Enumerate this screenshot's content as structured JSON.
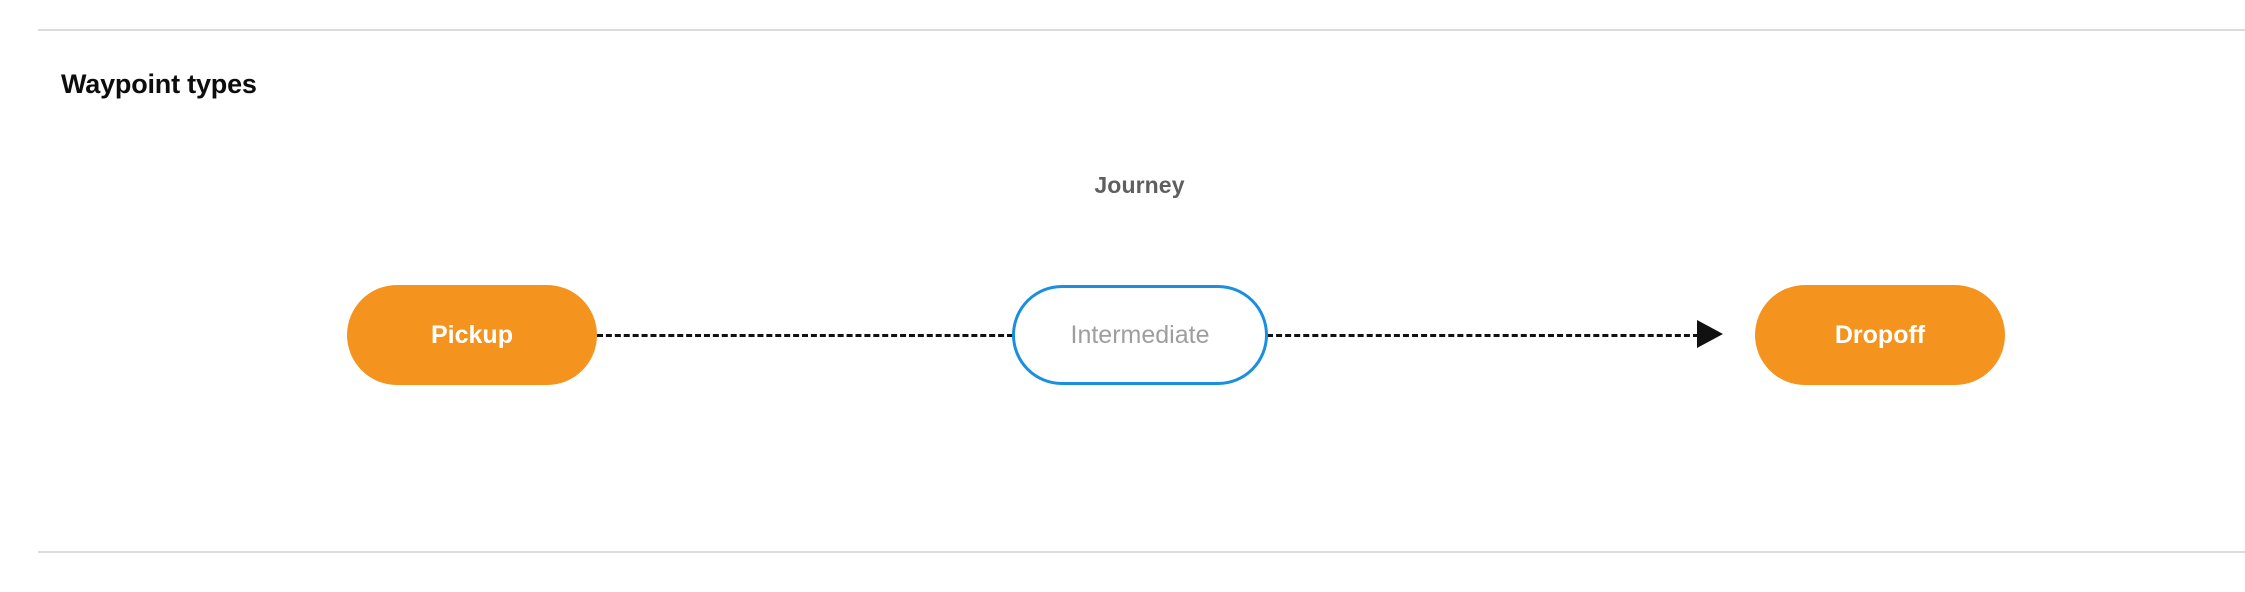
{
  "section": {
    "title": "Waypoint types"
  },
  "diagram": {
    "type": "flow",
    "group_label": "Journey",
    "nodes": [
      {
        "id": "pickup",
        "label": "Pickup",
        "style": "filled",
        "fill": "#f4941f",
        "text_color": "#ffffff"
      },
      {
        "id": "intermediate",
        "label": "Intermediate",
        "style": "outlined",
        "fill": "#ffffff",
        "border_color": "#1a8fe0",
        "text_color": "#9e9e9e"
      },
      {
        "id": "dropoff",
        "label": "Dropoff",
        "style": "filled",
        "fill": "#f4941f",
        "text_color": "#ffffff"
      }
    ],
    "edges": [
      {
        "from": "pickup",
        "to": "intermediate",
        "style": "dashed",
        "arrow": false,
        "color": "#111111"
      },
      {
        "from": "intermediate",
        "to": "dropoff",
        "style": "dashed",
        "arrow": true,
        "color": "#111111"
      }
    ]
  },
  "colors": {
    "accent_orange": "#f4941f",
    "accent_blue": "#1a8fe0",
    "divider": "#dcdcdc",
    "muted_text": "#5f5f5f",
    "placeholder_text": "#9e9e9e"
  }
}
